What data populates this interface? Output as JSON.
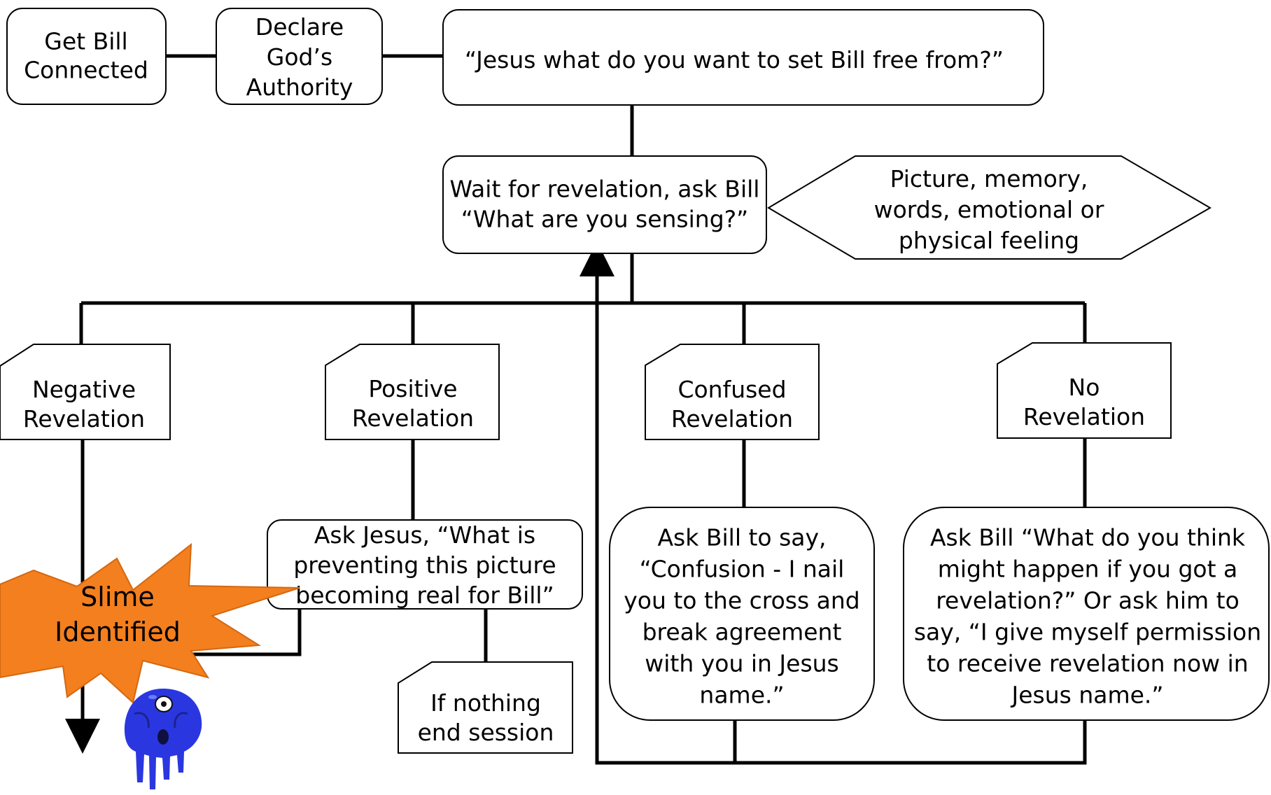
{
  "nodes": {
    "get_bill_connected": [
      "Get Bill",
      "Connected"
    ],
    "declare_authority": [
      "Declare",
      "God’s",
      "Authority"
    ],
    "jesus_question": [
      "“Jesus what do you want to set Bill free from?”"
    ],
    "wait_revelation": [
      "Wait for revelation, ask Bill",
      "“What are you sensing?”"
    ],
    "revelation_types": [
      "Picture, memory,",
      "words, emotional or",
      "physical feeling"
    ],
    "negative_revelation": [
      "Negative",
      "Revelation"
    ],
    "positive_revelation": [
      "Positive",
      "Revelation"
    ],
    "confused_revelation": [
      "Confused",
      "Revelation"
    ],
    "no_revelation": [
      "No",
      "Revelation"
    ],
    "ask_jesus_preventing": [
      "Ask Jesus, “What is",
      "preventing this picture",
      "becoming real for Bill”"
    ],
    "if_nothing": [
      "If nothing",
      "end session"
    ],
    "confusion_prayer": [
      "Ask Bill to say,",
      "“Confusion - I nail",
      "you to the cross and",
      "break agreement",
      "with you in Jesus",
      "name.”"
    ],
    "permission_prayer": [
      "Ask Bill “What do you think",
      "might happen if you got a",
      "revelation?” Or ask him to",
      "say, “I give myself permission",
      "to receive revelation now in",
      "Jesus name.”"
    ],
    "slime_identified": [
      "Slime",
      "Identified"
    ]
  },
  "colors": {
    "burst": "#f47f1e",
    "burst_text": "#000000",
    "creature": "#2a37e0",
    "lines": "#000000"
  },
  "icons": {
    "creature": "blue-slime-creature-icon"
  }
}
